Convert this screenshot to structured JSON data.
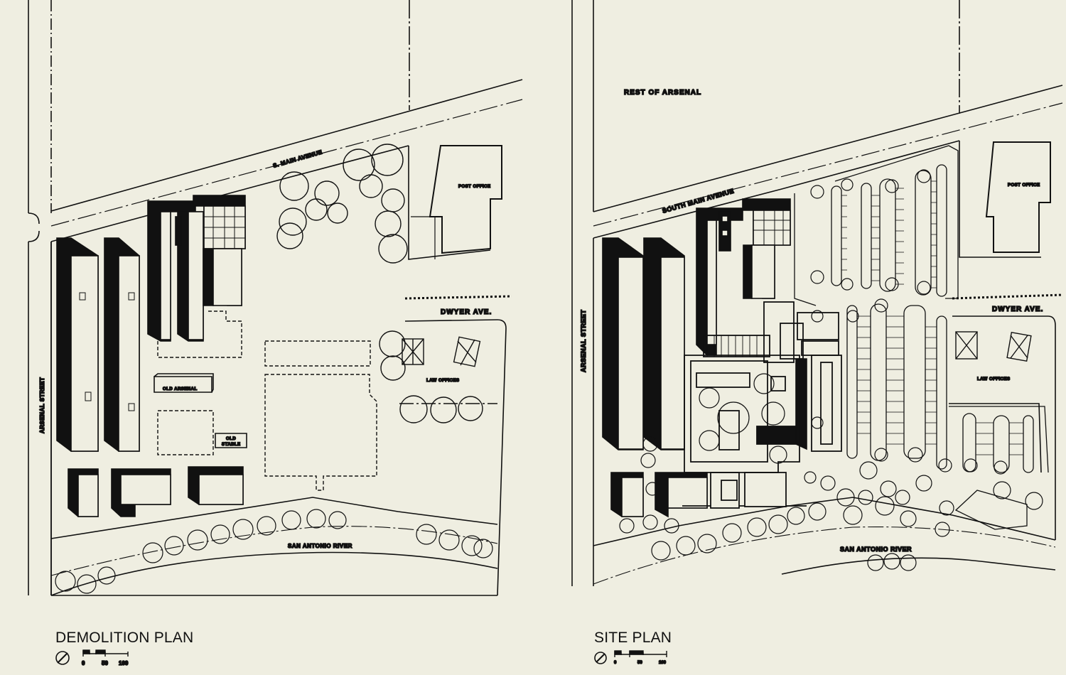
{
  "demolition": {
    "title": "DEMOLITION PLAN",
    "labels": {
      "main_avenue": "S. MAIN AVENUE",
      "post_office": "POST OFFICE",
      "dwyer": "DWYER AVE.",
      "law_offices": "LAW OFFICES",
      "old_arsenal": "OLD ARSENAL",
      "old_stable_1": "OLD",
      "old_stable_2": "STABLE",
      "arsenal_street": "ARSENAL STREET",
      "river": "SAN ANTONIO RIVER"
    },
    "scale": {
      "zero": "0",
      "mid": "50",
      "max": "100"
    }
  },
  "site": {
    "title": "SITE PLAN",
    "labels": {
      "rest_of_arsenal": "REST OF ARSENAL",
      "main_avenue": "SOUTH MAIN AVENUE",
      "post_office": "POST OFFICE",
      "dwyer": "DWYER AVE.",
      "law_offices": "LAW OFFICES",
      "arsenal_street": "ARSENAL STREET",
      "river": "SAN ANTONIO RIVER"
    },
    "scale": {
      "zero": "0",
      "mid": "50",
      "max": "100"
    }
  },
  "icons": {
    "north_arrow": "north-arrow-icon"
  },
  "colors": {
    "paper": "#efeee1",
    "ink": "#111111"
  }
}
